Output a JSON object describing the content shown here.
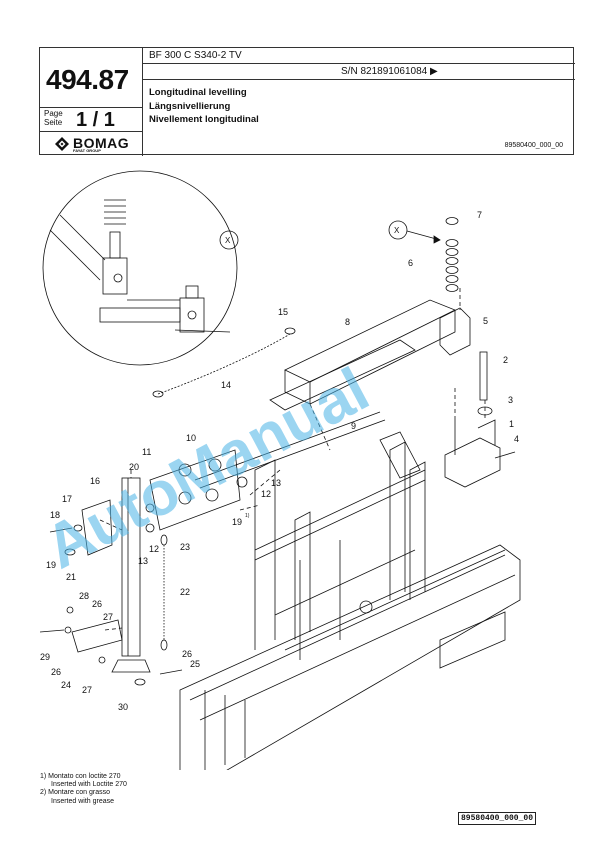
{
  "header": {
    "part_number": "494.87",
    "page_label_1": "Page",
    "page_label_2": "Seite",
    "page_value": "1 / 1",
    "logo_text": "BOMAG",
    "logo_sub": "FAYAT GROUP",
    "model": "BF 300 C S340-2 TV",
    "serial": "S/N 821891061084  ▶",
    "title_en": "Longitudinal levelling",
    "title_de": "Längsnivellierung",
    "title_fr": "Nivellement longitudinal",
    "doc_ref": "89580400_000_00"
  },
  "diagram": {
    "detail_label": "X",
    "view_marker": "X",
    "superscript_1": "1)",
    "watermark": "AutoManual",
    "callouts": [
      "1",
      "2",
      "3",
      "4",
      "5",
      "6",
      "7",
      "8",
      "9",
      "10",
      "11",
      "12",
      "13",
      "14",
      "15",
      "16",
      "17",
      "18",
      "19",
      "20",
      "21",
      "22",
      "23",
      "24",
      "25",
      "26",
      "27",
      "28",
      "29",
      "30"
    ]
  },
  "notes": {
    "n1_it": "1) Montato con loctite 270",
    "n1_en": "Inserted with Loctite 270",
    "n2_it": "2) Montare con grasso",
    "n2_en": "Inserted with grease"
  },
  "footer": {
    "drawing_ref": "89580400_000_00"
  }
}
